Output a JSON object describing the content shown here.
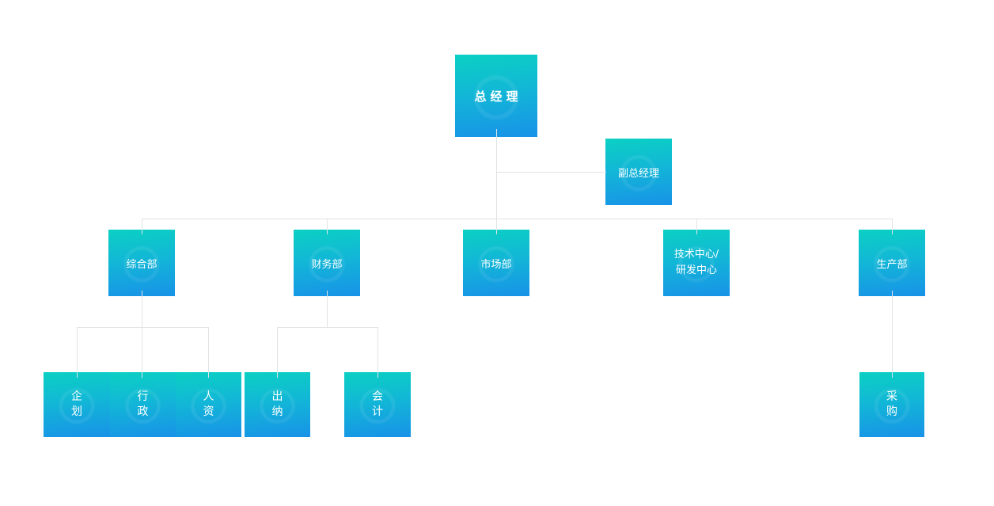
{
  "colors": {
    "background": "#ffffff",
    "node_top": "#0bd0c3",
    "node_mid": "#12b7d6",
    "node_bottom": "#1892e8",
    "node_text": "#ffffff",
    "connector": "#e0e3e5"
  },
  "org_chart": {
    "root": {
      "label": "总经理"
    },
    "deputy": {
      "label": "副总经理"
    },
    "departments": [
      {
        "label": "综合部"
      },
      {
        "label": "财务部"
      },
      {
        "label": "市场部"
      },
      {
        "label": "技术中心/研发中心",
        "lines": [
          "技术中心/",
          "研发中心"
        ]
      },
      {
        "label": "生产部"
      }
    ],
    "general_affairs_children": [
      {
        "label": "企划"
      },
      {
        "label": "行政"
      },
      {
        "label": "人资"
      }
    ],
    "finance_children": [
      {
        "label": "出纳"
      },
      {
        "label": "会计"
      }
    ],
    "production_children": [
      {
        "label": "采购"
      }
    ]
  }
}
